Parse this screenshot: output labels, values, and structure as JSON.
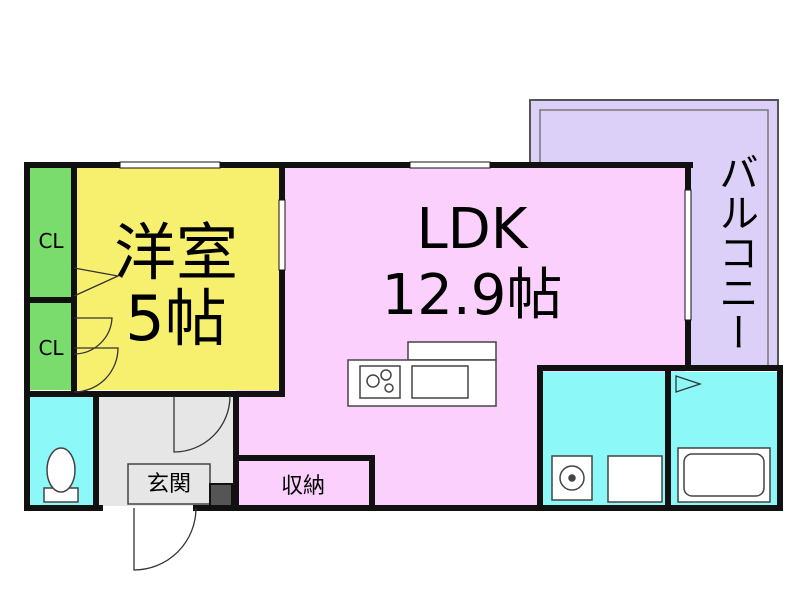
{
  "rooms": {
    "western_room": {
      "name": "洋室",
      "size": "5帖"
    },
    "ldk": {
      "name": "LDK",
      "size": "12.9帖"
    },
    "balcony": {
      "name": "バルコニー"
    },
    "closet_upper": {
      "name": "CL"
    },
    "closet_lower": {
      "name": "CL"
    },
    "entrance": {
      "name": "玄関"
    },
    "storage": {
      "name": "収納"
    }
  },
  "colors": {
    "western_room": "#f7f06e",
    "ldk": "#fcd0fc",
    "balcony": "#dcd0f8",
    "closet": "#79dc6c",
    "water_area": "#8cf8f8",
    "entrance": "#e6e6e6",
    "wall": "#111111"
  }
}
